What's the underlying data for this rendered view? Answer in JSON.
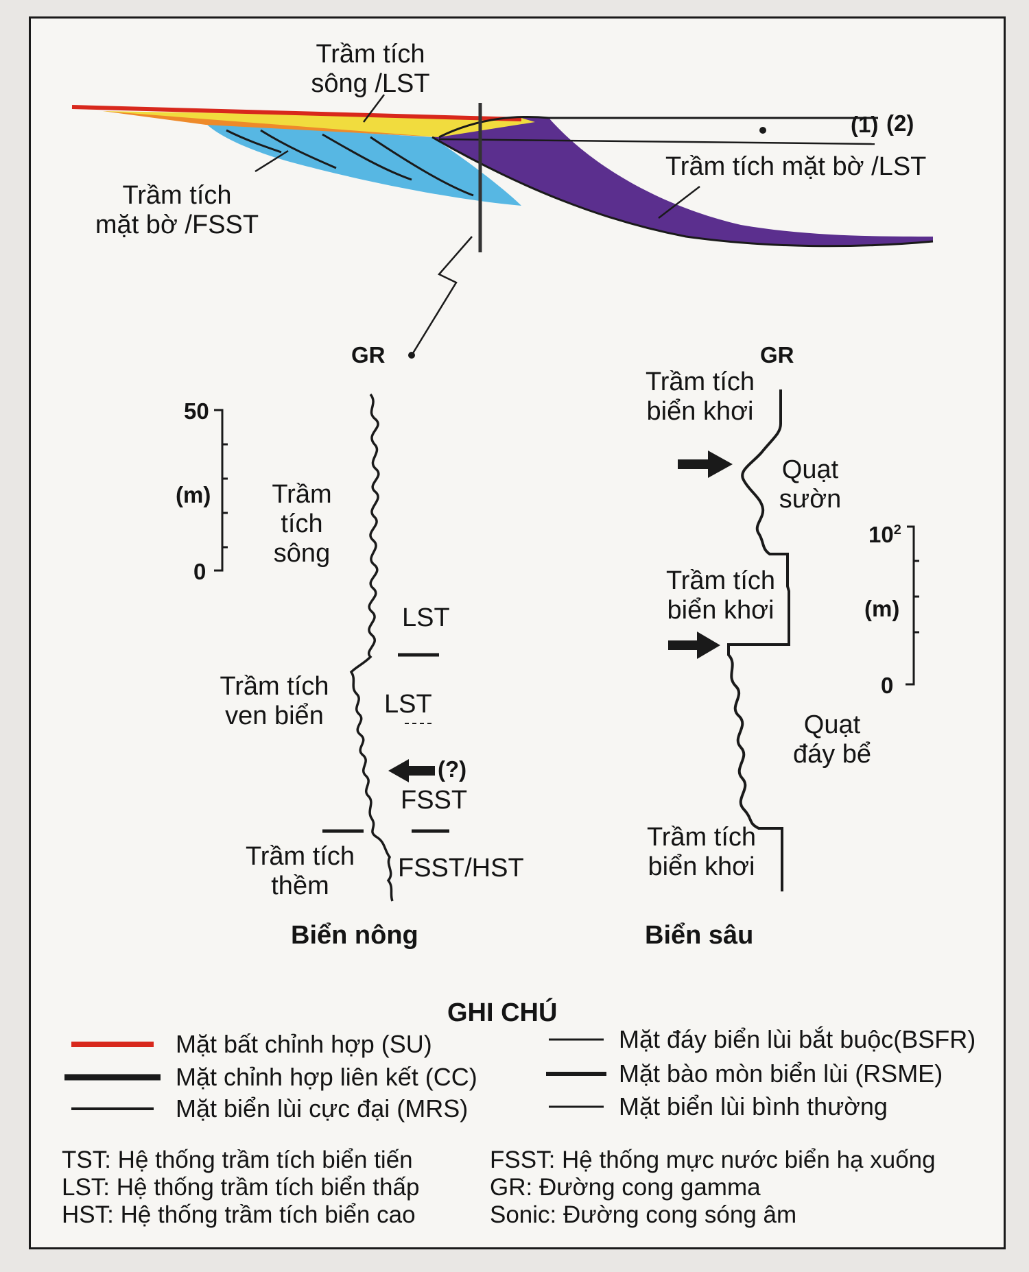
{
  "cross_section": {
    "top_label_line1": "Trầm tích",
    "top_label_line2": "sông /LST",
    "left_label_line1": "Trầm tích",
    "left_label_line2": "mặt bờ /FSST",
    "right_label": "Trầm tích mặt bờ /LST",
    "marker_1": "(1)",
    "marker_2": "(2)",
    "colors": {
      "su_line": "#d8281c",
      "river_sand": "#f1dc3e",
      "fsst_wedge": "#57b7e3",
      "lst_wedge": "#5b2f8e"
    }
  },
  "shallow_log": {
    "curve_label": "GR",
    "scale_top": "50",
    "scale_unit": "(m)",
    "scale_bottom": "0",
    "river_line1": "Trầm",
    "river_line2": "tích",
    "river_line3": "sông",
    "lst_1": "LST",
    "coastal_line1": "Trầm tích",
    "coastal_line2": "ven biển",
    "lst_2": "LST",
    "question": "(?)",
    "fsst": "FSST",
    "shelf_line1": "Trầm tích",
    "shelf_line2": "thềm",
    "fsst_hst": "FSST/HST",
    "title": "Biển nông"
  },
  "deep_log": {
    "curve_label": "GR",
    "offshore_top_line1": "Trầm tích",
    "offshore_top_line2": "biển khơi",
    "slope_fan_line1": "Quạt",
    "slope_fan_line2": "sườn",
    "scale_top": "10",
    "scale_top_exp": "2",
    "scale_unit": "(m)",
    "scale_bottom": "0",
    "offshore_mid_line1": "Trầm tích",
    "offshore_mid_line2": "biển khơi",
    "basin_fan_line1": "Quạt",
    "basin_fan_line2": "đáy bể",
    "offshore_bottom_line1": "Trầm tích",
    "offshore_bottom_line2": "biển khơi",
    "title": "Biển sâu"
  },
  "legend": {
    "title": "GHI CHÚ",
    "items": [
      "Mặt bất chỉnh hợp (SU)",
      "Mặt chỉnh hợp liên kết (CC)",
      "Mặt biển lùi cực đại (MRS)",
      "Mặt đáy biển lùi bắt buộc(BSFR)",
      "Mặt bào mòn biển lùi (RSME)",
      "Mặt biển lùi bình thường"
    ]
  },
  "abbreviations": [
    "TST: Hệ thống trầm tích biển tiến",
    "LST: Hệ thống trầm tích biển thấp",
    "HST: Hệ thống trầm tích biển cao",
    "FSST: Hệ thống mực nước biển hạ xuống",
    "GR: Đường cong gamma",
    "Sonic: Đường cong sóng âm"
  ]
}
